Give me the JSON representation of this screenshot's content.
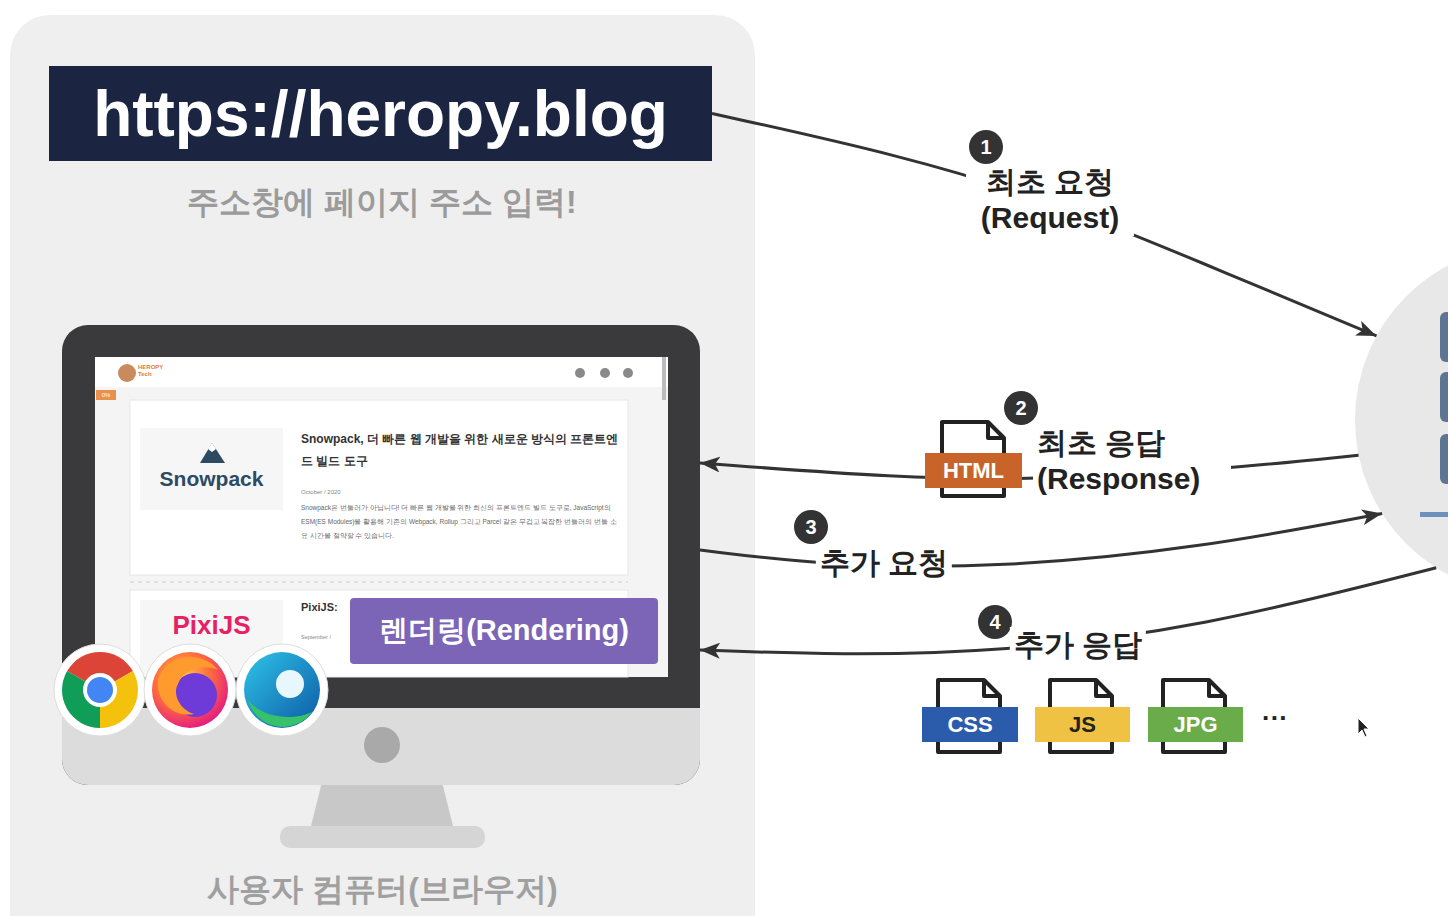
{
  "diagram": {
    "nodes": [
      {
        "text": [
          "사용자 컴퓨터(브라우저)"
        ]
      },
      {
        "text": [
          "https://heropy.blog"
        ],
        "in": 0
      },
      {
        "text": [
          "렌더링(Rendering)"
        ],
        "in": 0
      },
      {
        "text": []
      }
    ],
    "edges": [
      {
        "from": 1,
        "to": 3,
        "arrow": "to",
        "label": "최초 요청 (Request)"
      },
      {
        "from": 3,
        "to": 2,
        "arrow": "to",
        "label": "최초 응답 (Response)"
      },
      {
        "from": 2,
        "to": 3,
        "arrow": "to",
        "label": "추가 요청"
      },
      {
        "from": 3,
        "to": 2,
        "arrow": "to",
        "label": "추가 응답"
      }
    ],
    "labels": [
      "주소창에 페이지 주소 입력!",
      "HEROPY Tech",
      "0%",
      "Snowpack",
      "Snowpack, 더 빠른 웹 개발을 위한 새로운 방식의 프론트엔드 빌드 도구",
      "October / 2020",
      "Snowpack은 번들러가 아닙니다! 더 빠른 웹 개발을 위한 최신의 프론트엔드 빌드 도구로, JavaScript의 ESM(ES Modules)을 활용해 기존의 Webpack, Rollup 그리고 Parcel 같은 무겁고 복잡한 번들러의 번들 소요 시간을 절약할 수 있습니다.",
      "PixiJS",
      "PixiJS:",
      "September /",
      "1",
      "2",
      "3",
      "4",
      "HTML",
      "CSS",
      "JS",
      "JPG",
      "···"
    ]
  }
}
